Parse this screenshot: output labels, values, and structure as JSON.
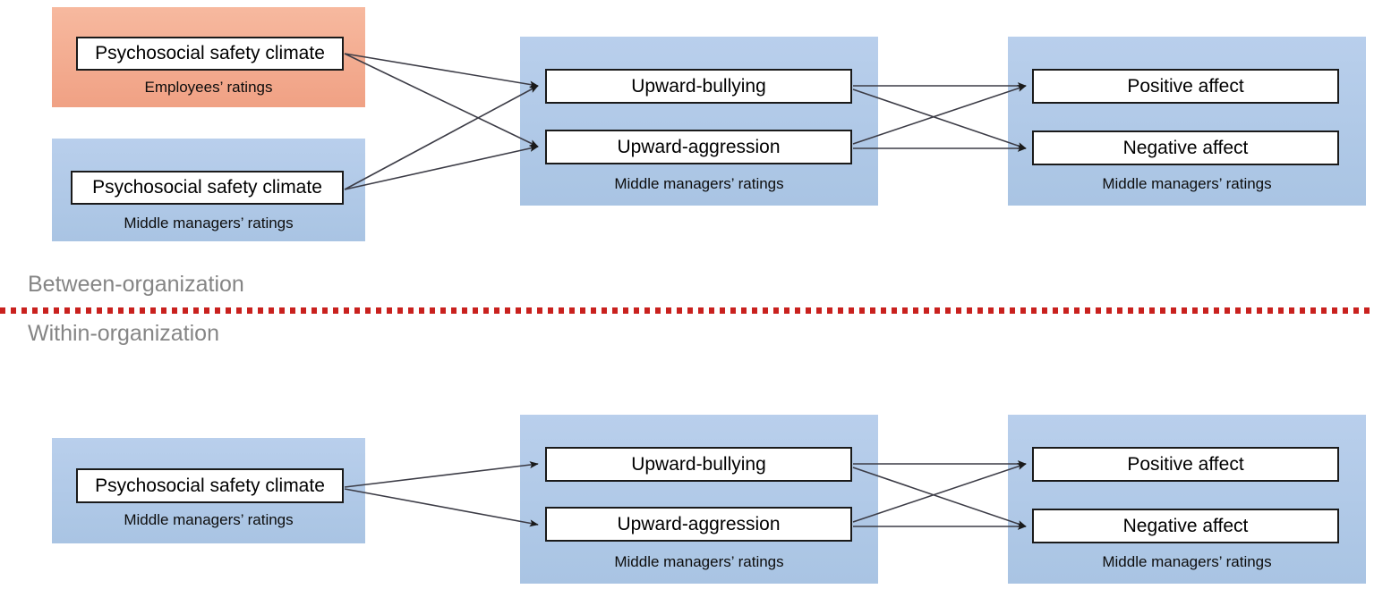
{
  "diagram": {
    "title_visible": false,
    "levels": [
      {
        "id": "between",
        "label": "Between-organization"
      },
      {
        "id": "within",
        "label": "Within-organization"
      }
    ],
    "colors": {
      "employee_panel": "#f4ae92",
      "manager_panel": "#b4cbea",
      "node_border": "#1a1a1a",
      "node_fill": "#ffffff",
      "arrow": "#3c3c46",
      "divider": "#c9211e",
      "level_label": "#858585"
    },
    "captions": {
      "employees": "Employees’ ratings",
      "middle_managers": "Middle managers’ ratings"
    },
    "nodes": {
      "psc": "Psychosocial safety climate",
      "upward_bullying": "Upward-bullying",
      "upward_aggression": "Upward-aggression",
      "positive_affect": "Positive affect",
      "negative_affect": "Negative affect"
    }
  },
  "between_level": {
    "label": "Between-organization",
    "panels": [
      {
        "id": "psc-employees",
        "color": "employee_panel",
        "caption": "Employees’ ratings",
        "nodes": [
          "Psychosocial safety climate"
        ]
      },
      {
        "id": "psc-managers",
        "color": "manager_panel",
        "caption": "Middle managers’ ratings",
        "nodes": [
          "Psychosocial safety climate"
        ]
      },
      {
        "id": "mediators",
        "color": "manager_panel",
        "caption": "Middle managers’ ratings",
        "nodes": [
          "Upward-bullying",
          "Upward-aggression"
        ]
      },
      {
        "id": "outcomes",
        "color": "manager_panel",
        "caption": "Middle managers’ ratings",
        "nodes": [
          "Positive affect",
          "Negative affect"
        ]
      }
    ],
    "edges": [
      {
        "from": "psc-employees",
        "to": "upward-bullying"
      },
      {
        "from": "psc-employees",
        "to": "upward-aggression"
      },
      {
        "from": "psc-managers",
        "to": "upward-bullying"
      },
      {
        "from": "psc-managers",
        "to": "upward-aggression"
      },
      {
        "from": "upward-bullying",
        "to": "positive-affect"
      },
      {
        "from": "upward-bullying",
        "to": "negative-affect"
      },
      {
        "from": "upward-aggression",
        "to": "positive-affect"
      },
      {
        "from": "upward-aggression",
        "to": "negative-affect"
      }
    ]
  },
  "within_level": {
    "label": "Within-organization",
    "panels": [
      {
        "id": "psc-managers",
        "color": "manager_panel",
        "caption": "Middle managers’ ratings",
        "nodes": [
          "Psychosocial safety climate"
        ]
      },
      {
        "id": "mediators",
        "color": "manager_panel",
        "caption": "Middle managers’ ratings",
        "nodes": [
          "Upward-bullying",
          "Upward-aggression"
        ]
      },
      {
        "id": "outcomes",
        "color": "manager_panel",
        "caption": "Middle managers’ ratings",
        "nodes": [
          "Positive affect",
          "Negative affect"
        ]
      }
    ],
    "edges": [
      {
        "from": "psc-managers",
        "to": "upward-bullying"
      },
      {
        "from": "psc-managers",
        "to": "upward-aggression"
      },
      {
        "from": "upward-bullying",
        "to": "positive-affect"
      },
      {
        "from": "upward-bullying",
        "to": "negative-affect"
      },
      {
        "from": "upward-aggression",
        "to": "positive-affect"
      },
      {
        "from": "upward-aggression",
        "to": "negative-affect"
      }
    ]
  }
}
